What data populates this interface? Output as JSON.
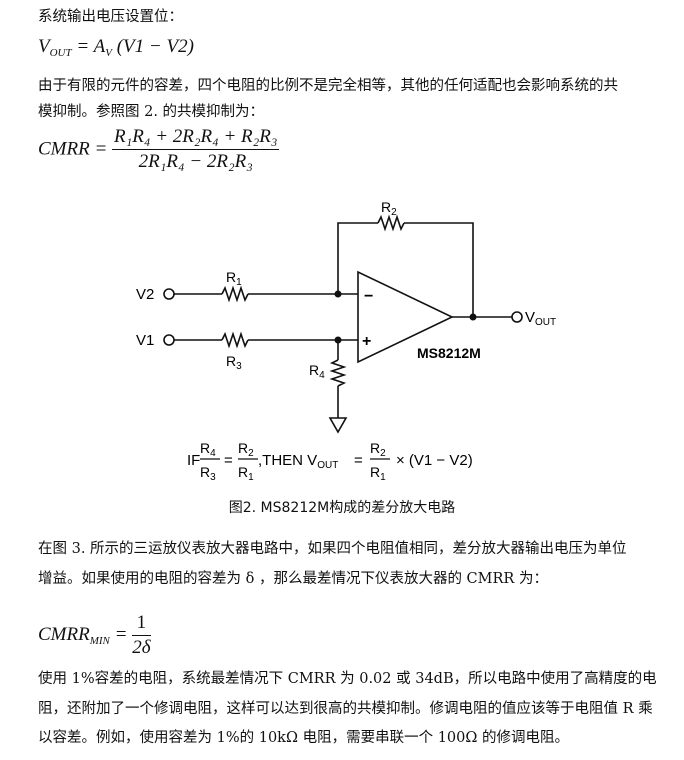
{
  "para1": "系统输出电压设置位：",
  "eq1": {
    "lhs": "V",
    "lhs_sub": "OUT",
    "rhs": "= A",
    "rhs_sub": "V",
    "tail": "(V1 − V2)"
  },
  "para2_line1": "由于有限的元件的容差，四个电阻的比例不是完全相等，其他的任何适配也会影响系统的共",
  "para2_line2": "模抑制。参照图 2. 的共模抑制为：",
  "eq2": {
    "lhs": "CMRR =",
    "num": "R₁R₄ + 2R₂R₄ + R₂R₃",
    "den": "2R₁R₄ − 2R₂R₃"
  },
  "circuit": {
    "r2": "R",
    "r2_sub": "2",
    "r1": "R",
    "r1_sub": "1",
    "r3": "R",
    "r3_sub": "3",
    "r4": "R",
    "r4_sub": "4",
    "v2": "V2",
    "v1": "V1",
    "vout": "V",
    "vout_sub": "OUT",
    "minus": "−",
    "plus": "+",
    "chip": "MS8212M",
    "cond_if": "IF",
    "cond_then": ",THEN  V",
    "cond_then_sub": "OUT",
    "cond_eq": "=",
    "cond_times": "× (V1 − V2)"
  },
  "caption": "图2. MS8212M构成的差分放大电路",
  "para3_line1": "在图 3. 所示的三运放仪表放大器电路中，如果四个电阻值相同，差分放大器输出电压为单位",
  "para3_line2": "增益。如果使用的电阻的容差为 δ ，那么最差情况下仪表放大器的 CMRR 为：",
  "eq3": {
    "lhs": "CMRR",
    "lhs_sub": "MIN",
    "eq": "=",
    "num": "1",
    "den": "2δ"
  },
  "para4_line1": "使用 1%容差的电阻，系统最差情况下 CMRR 为 0.02 或 34dB，所以电路中使用了高精度的电",
  "para4_line2": "阻，还附加了一个修调电阻，这样可以达到很高的共模抑制。修调电阻的值应该等于电阻值 R 乘",
  "para4_line3": "以容差。例如，使用容差为 1%的 10kΩ 电阻，需要串联一个 100Ω 的修调电阻。"
}
